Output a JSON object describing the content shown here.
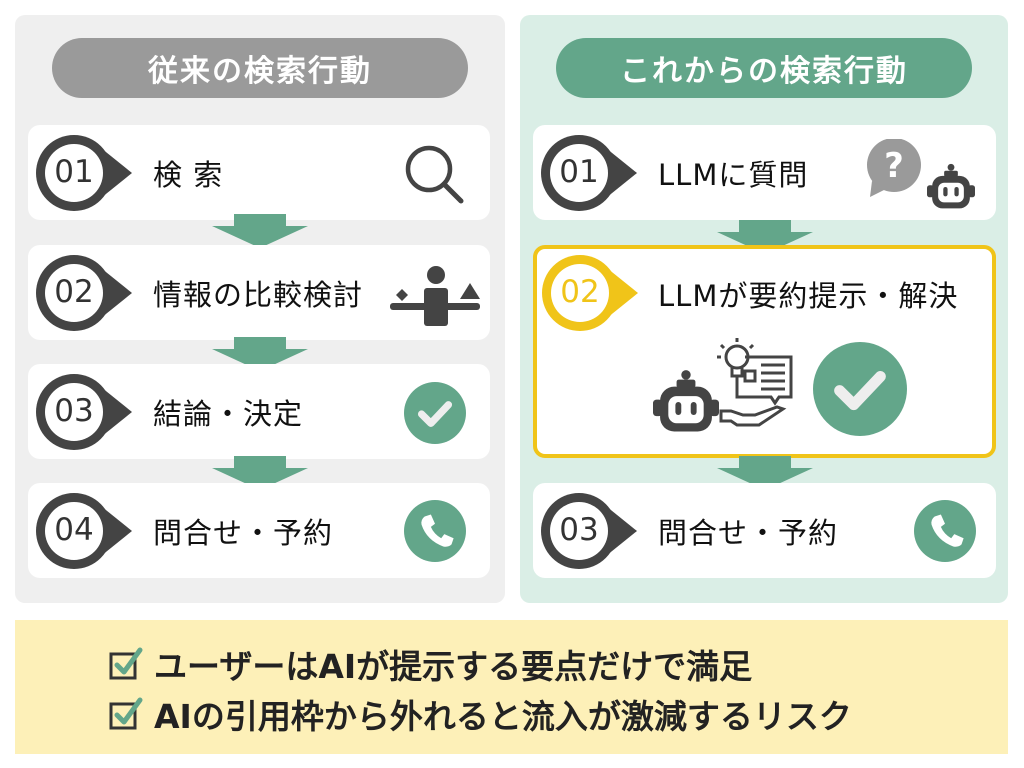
{
  "left": {
    "title": "従来の検索行動",
    "steps": [
      {
        "num": "01",
        "label": "検 索",
        "icon": "search-icon"
      },
      {
        "num": "02",
        "label": "情報の比較検討",
        "icon": "compare-person-icon"
      },
      {
        "num": "03",
        "label": "結論・決定",
        "icon": "check-circle-icon"
      },
      {
        "num": "04",
        "label": "問合せ・予約",
        "icon": "phone-icon"
      }
    ]
  },
  "right": {
    "title": "これからの検索行動",
    "steps": [
      {
        "num": "01",
        "label": "LLMに質問",
        "icon": "question-robot-icon"
      },
      {
        "num": "02",
        "label": "LLMが要約提示・解決",
        "icon": "robot-summary-check-icon",
        "highlighted": true
      },
      {
        "num": "03",
        "label": "問合せ・予約",
        "icon": "phone-icon"
      }
    ]
  },
  "summary": [
    "ユーザーはAIが提示する要点だけで満足",
    "AIの引用枠から外れると流入が激減するリスク"
  ],
  "colors": {
    "green": "#63a68a",
    "gray": "#9a9a9a",
    "dark": "#444444",
    "yellow": "#f0c419",
    "banner": "#fdf0b8"
  }
}
